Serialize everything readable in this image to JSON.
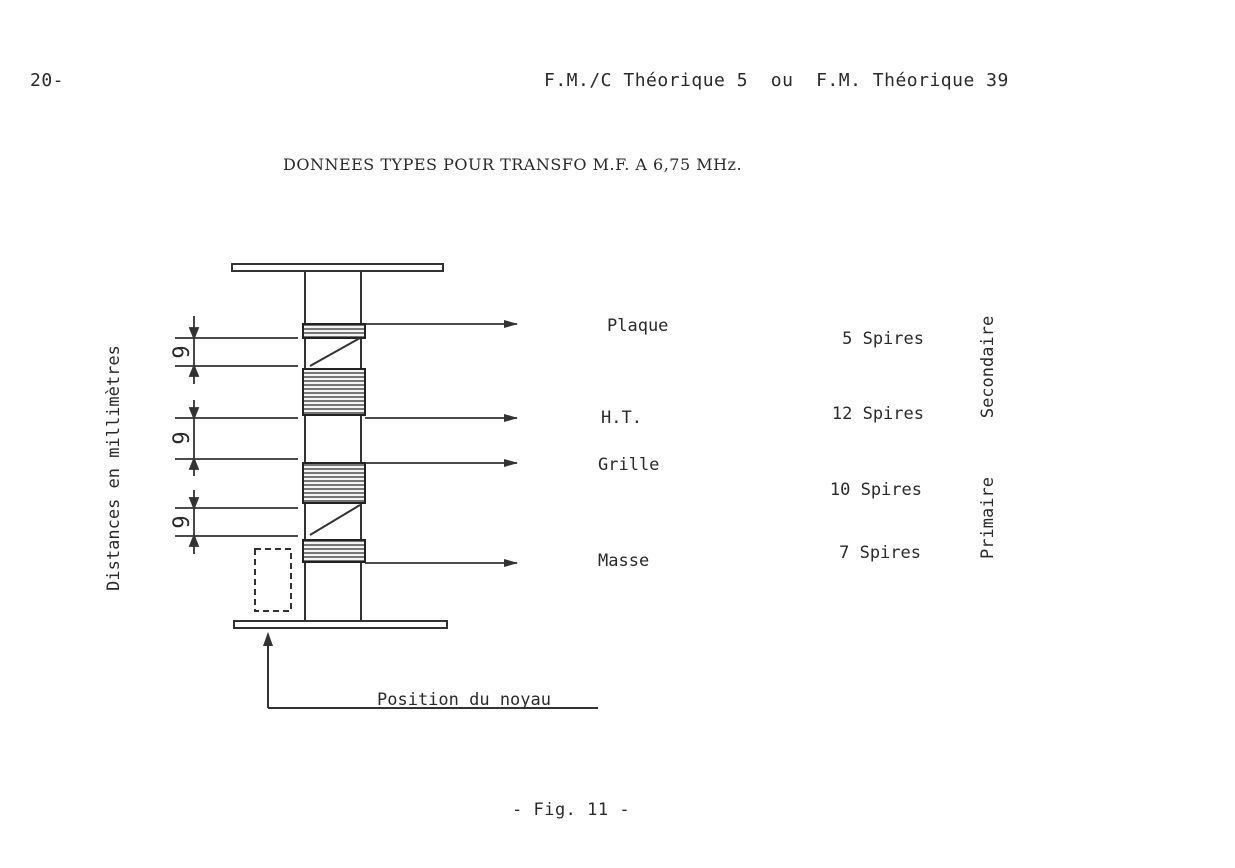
{
  "header": {
    "page_number": "20-",
    "title": "F.M./C Théorique 5  ou  F.M. Théorique 39"
  },
  "diagram": {
    "title": "DONNEES TYPES POUR TRANSFO M.F. A 6,75 MHz.",
    "axis_label": "Distances en millimètres",
    "dimensions": [
      "9",
      "9",
      "9"
    ],
    "terminals": {
      "plaque": "Plaque",
      "ht": "H.T.",
      "grille": "Grille",
      "masse": "Masse"
    },
    "windings": {
      "w1": "5 Spires",
      "w2": "12 Spires",
      "w3": "10 Spires",
      "w4": "7 Spires"
    },
    "groups": {
      "secondary": "Secondaire",
      "primary": "Primaire"
    },
    "core_label": "Position du noyau",
    "caption": "- Fig. 11 -"
  }
}
